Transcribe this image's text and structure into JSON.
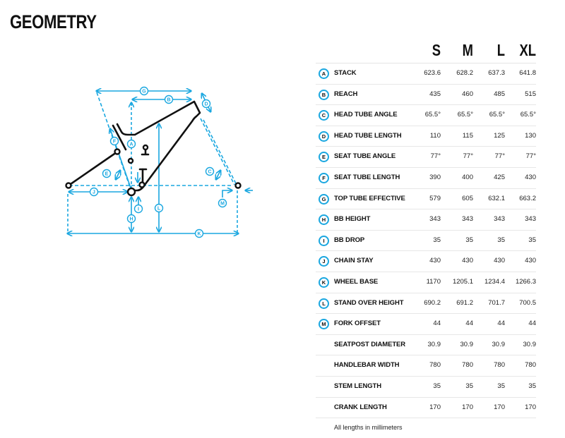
{
  "page": {
    "title": "GEOMETRY"
  },
  "table": {
    "sizes": [
      "S",
      "M",
      "L",
      "XL"
    ],
    "rows": [
      {
        "badge": "A",
        "label": "STACK",
        "values": [
          "623.6",
          "628.2",
          "637.3",
          "641.8"
        ]
      },
      {
        "badge": "B",
        "label": "REACH",
        "values": [
          "435",
          "460",
          "485",
          "515"
        ]
      },
      {
        "badge": "C",
        "label": "HEAD TUBE ANGLE",
        "values": [
          "65.5°",
          "65.5°",
          "65.5°",
          "65.5°"
        ]
      },
      {
        "badge": "D",
        "label": "HEAD TUBE LENGTH",
        "values": [
          "110",
          "115",
          "125",
          "130"
        ]
      },
      {
        "badge": "E",
        "label": "SEAT TUBE ANGLE",
        "values": [
          "77°",
          "77°",
          "77°",
          "77°"
        ]
      },
      {
        "badge": "F",
        "label": "SEAT TUBE LENGTH",
        "values": [
          "390",
          "400",
          "425",
          "430"
        ]
      },
      {
        "badge": "G",
        "label": "TOP TUBE EFFECTIVE",
        "values": [
          "579",
          "605",
          "632.1",
          "663.2"
        ]
      },
      {
        "badge": "H",
        "label": "BB HEIGHT",
        "values": [
          "343",
          "343",
          "343",
          "343"
        ]
      },
      {
        "badge": "I",
        "label": "BB DROP",
        "values": [
          "35",
          "35",
          "35",
          "35"
        ]
      },
      {
        "badge": "J",
        "label": "CHAIN STAY",
        "values": [
          "430",
          "430",
          "430",
          "430"
        ]
      },
      {
        "badge": "K",
        "label": "WHEEL BASE",
        "values": [
          "1170",
          "1205.1",
          "1234.4",
          "1266.3"
        ]
      },
      {
        "badge": "L",
        "label": "STAND OVER HEIGHT",
        "values": [
          "690.2",
          "691.2",
          "701.7",
          "700.5"
        ]
      },
      {
        "badge": "M",
        "label": "FORK OFFSET",
        "values": [
          "44",
          "44",
          "44",
          "44"
        ]
      },
      {
        "badge": "",
        "label": "SEATPOST DIAMETER",
        "values": [
          "30.9",
          "30.9",
          "30.9",
          "30.9"
        ]
      },
      {
        "badge": "",
        "label": "HANDLEBAR WIDTH",
        "values": [
          "780",
          "780",
          "780",
          "780"
        ]
      },
      {
        "badge": "",
        "label": "STEM LENGTH",
        "values": [
          "35",
          "35",
          "35",
          "35"
        ]
      },
      {
        "badge": "",
        "label": "CRANK LENGTH",
        "values": [
          "170",
          "170",
          "170",
          "170"
        ]
      }
    ],
    "note": "All lengths in millimeters"
  },
  "diagram": {
    "accent_color": "#1aa7e0",
    "frame_color": "#111111",
    "labels": [
      "A",
      "B",
      "C",
      "D",
      "E",
      "F",
      "G",
      "H",
      "I",
      "J",
      "K",
      "L",
      "M"
    ]
  }
}
